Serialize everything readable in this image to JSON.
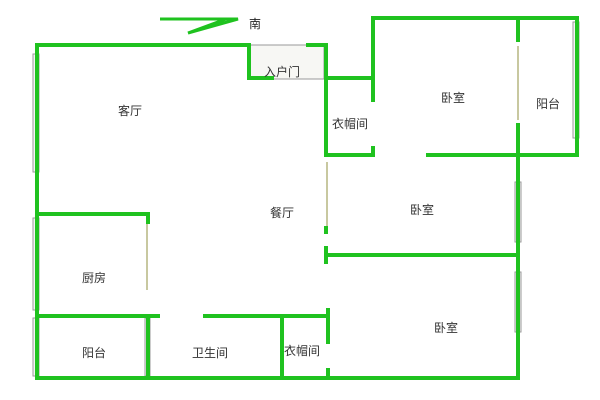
{
  "compass": {
    "label": "南"
  },
  "rooms": {
    "living_room": "客厅",
    "entry_door": "入户门",
    "cloakroom_top": "衣帽间",
    "bedroom_top": "卧室",
    "balcony_right": "阳台",
    "dining_room": "餐厅",
    "bedroom_middle": "卧室",
    "kitchen": "厨房",
    "balcony_left": "阳台",
    "bathroom": "卫生间",
    "cloakroom_bottom": "衣帽间",
    "bedroom_bottom": "卧室"
  },
  "colors": {
    "wall": "#1fc21f",
    "window": "#9a9a9a",
    "door": "#c8c8a0"
  }
}
